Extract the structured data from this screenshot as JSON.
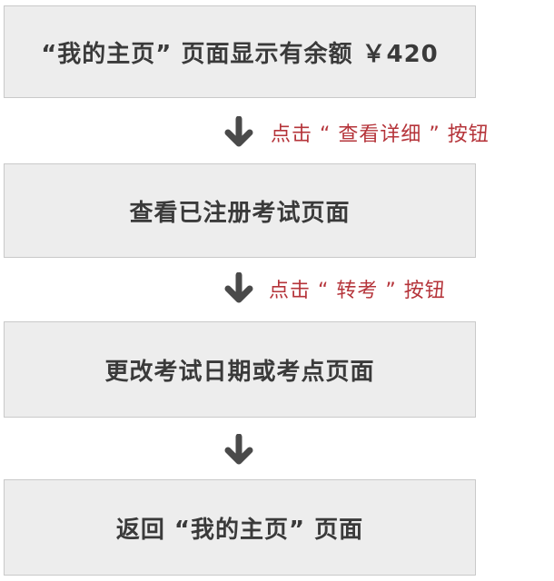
{
  "steps": [
    {
      "text": "“我的主页” 页面显示有余额 ￥420"
    },
    {
      "text": "查看已注册考试页面"
    },
    {
      "text": "更改考试日期或考点页面"
    },
    {
      "text": "返回 “我的主页” 页面"
    }
  ],
  "actions": [
    {
      "text": "点击 “ 查看详细 ” 按钮"
    },
    {
      "text": "点击 “ 转考 ” 按钮"
    }
  ],
  "colors": {
    "box_fill": "#ededed",
    "box_border": "#c9c9c9",
    "step_text": "#3a3a3a",
    "action_text": "#b5343a",
    "arrow": "#4a4a4a"
  }
}
